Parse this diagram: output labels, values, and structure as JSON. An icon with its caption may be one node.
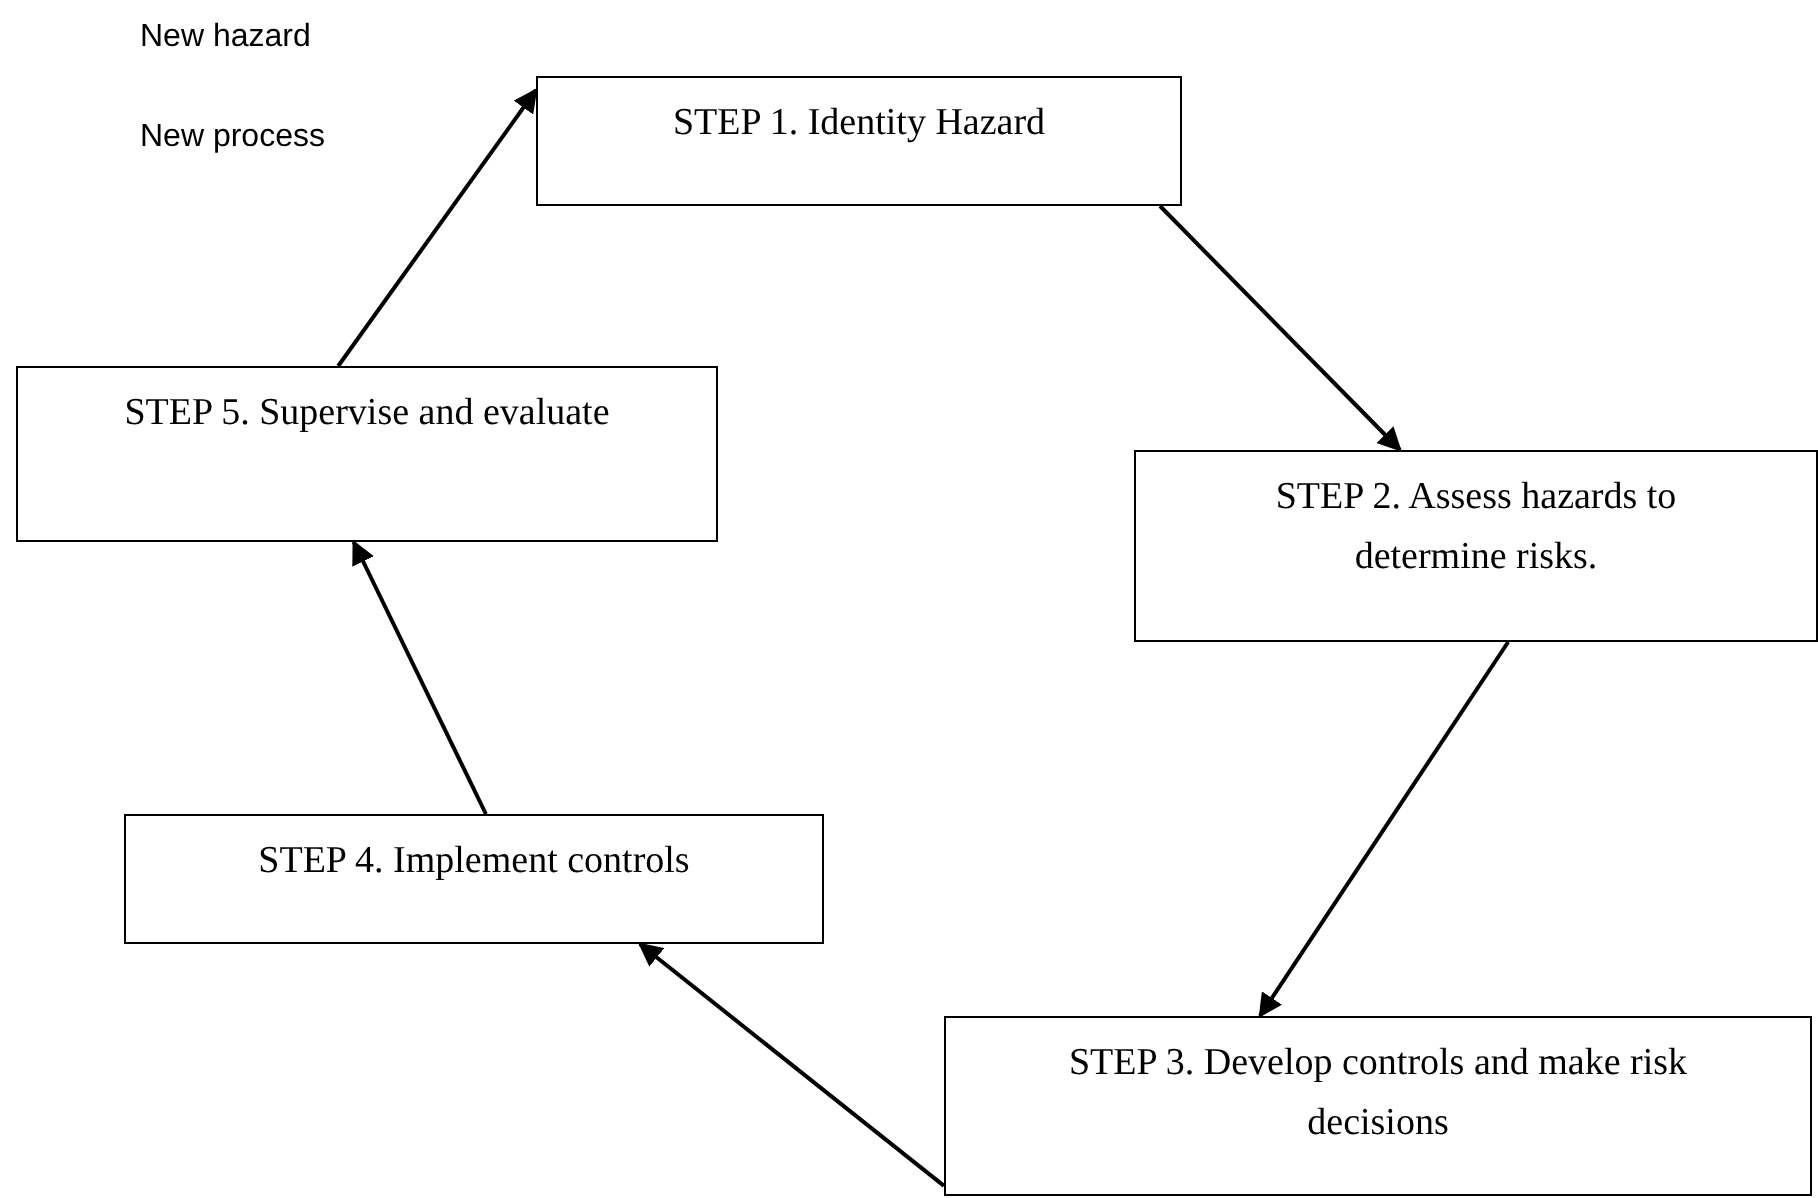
{
  "diagram": {
    "nodes": [
      {
        "text": [
          "STEP 1. Identity Hazard"
        ]
      },
      {
        "text": [
          "STEP 2. Assess hazards to determine risks."
        ]
      },
      {
        "text": [
          "STEP 3. Develop controls and make risk decisions"
        ]
      },
      {
        "text": [
          "STEP 4. Implement controls"
        ]
      },
      {
        "text": [
          "STEP 5. Supervise and evaluate"
        ]
      }
    ],
    "edges": [
      {
        "from": 0,
        "to": 1,
        "arrow": "to"
      },
      {
        "from": 1,
        "to": 2,
        "arrow": "to"
      },
      {
        "from": 2,
        "to": 3,
        "arrow": "to"
      },
      {
        "from": 3,
        "to": 4,
        "arrow": "to"
      },
      {
        "from": 4,
        "to": 0,
        "arrow": "to"
      }
    ],
    "labels": [
      "New hazard",
      "New process"
    ]
  }
}
